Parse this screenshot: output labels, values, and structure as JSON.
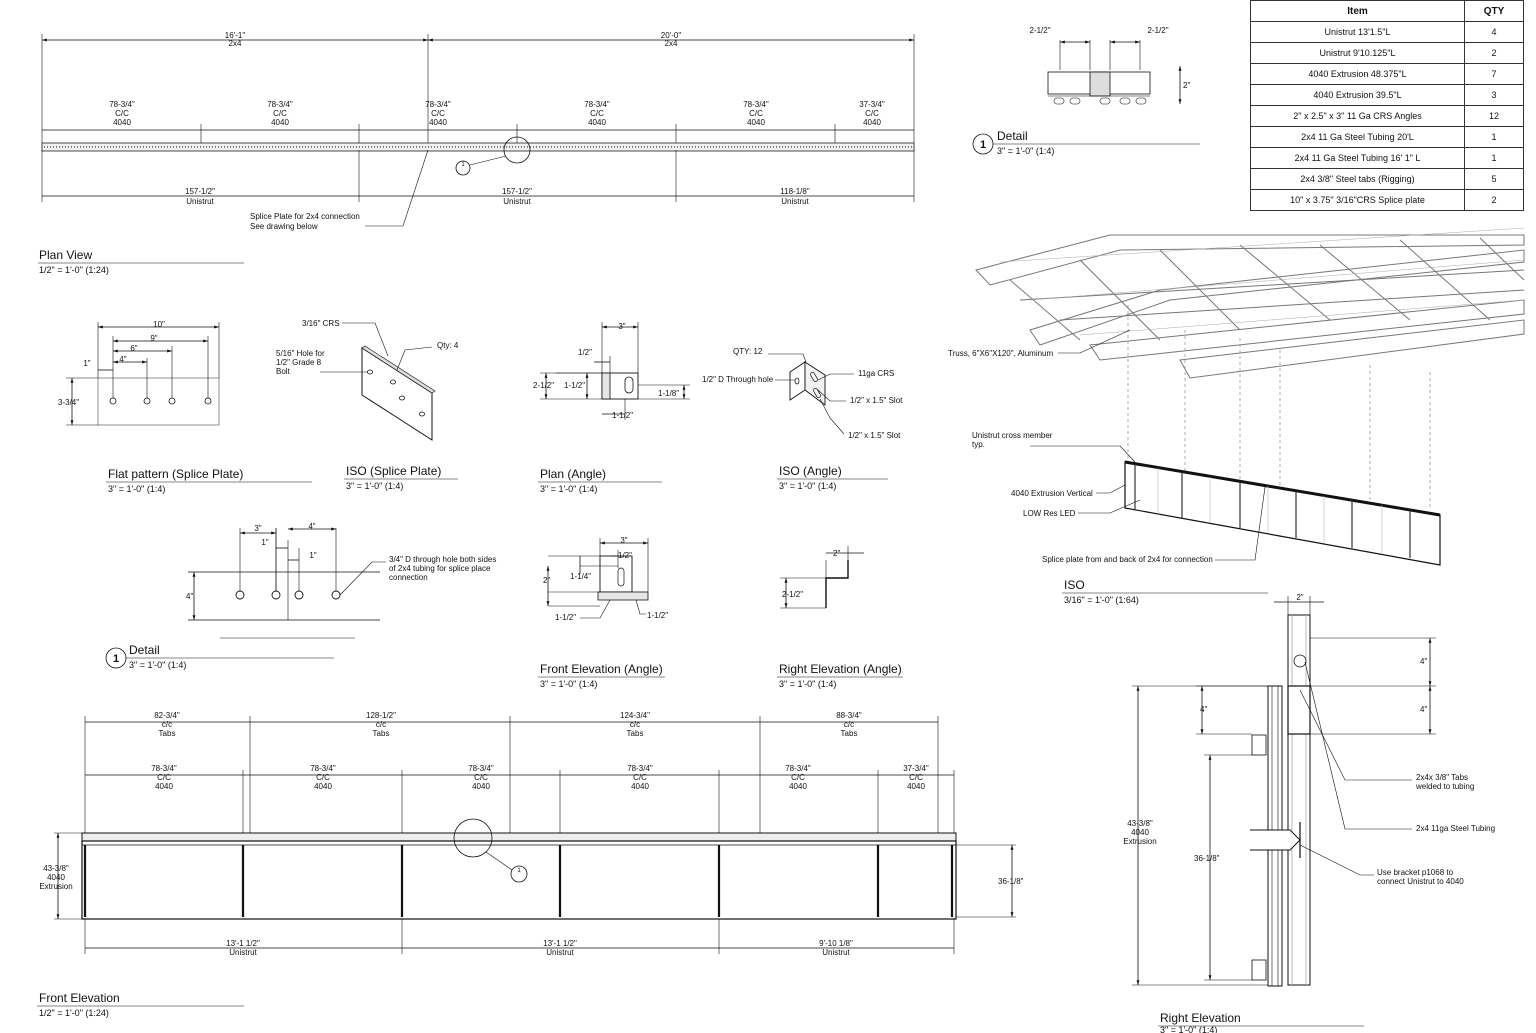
{
  "bom": {
    "header_item": "Item",
    "header_qty": "QTY",
    "rows": [
      {
        "item": "Unistrut 13'1.5\"L",
        "qty": "4"
      },
      {
        "item": "Unistrut 9'10.125\"L",
        "qty": "2"
      },
      {
        "item": "4040 Extrusion 48.375\"L",
        "qty": "7"
      },
      {
        "item": "4040 Extrusion 39.5\"L",
        "qty": "3"
      },
      {
        "item": "2\" x 2.5\" x 3\" 11 Ga CRS Angles",
        "qty": "12"
      },
      {
        "item": "2x4 11 Ga Steel Tubing 20'L",
        "qty": "1"
      },
      {
        "item": "2x4 11 Ga Steel Tubing 16' 1\" L",
        "qty": "1"
      },
      {
        "item": "2x4 3/8\" Steel tabs (Rigging)",
        "qty": "5"
      },
      {
        "item": "10\" x 3.75\" 3/16\"CRS Splice plate",
        "qty": "2"
      }
    ]
  },
  "plan_view": {
    "title": "Plan View",
    "scale": "1/2\" = 1'-0\" (1:24)",
    "top_dims": [
      {
        "value": "16'-1\"",
        "spec": "2x4"
      },
      {
        "value": "20'-0\"",
        "spec": "2x4"
      }
    ],
    "cc_dims": [
      {
        "value": "78-3/4\"",
        "l1": "C/C",
        "l2": "4040"
      },
      {
        "value": "78-3/4\"",
        "l1": "C/C",
        "l2": "4040"
      },
      {
        "value": "78-3/4\"",
        "l1": "C/C",
        "l2": "4040"
      },
      {
        "value": "78-3/4\"",
        "l1": "C/C",
        "l2": "4040"
      },
      {
        "value": "78-3/4\"",
        "l1": "C/C",
        "l2": "4040"
      },
      {
        "value": "37-3/4\"",
        "l1": "C/C",
        "l2": "4040"
      }
    ],
    "bottom_dims": [
      {
        "value": "157-1/2\"",
        "spec": "Unistrut"
      },
      {
        "value": "157-1/2\"",
        "spec": "Unistrut"
      },
      {
        "value": "118-1/8\"",
        "spec": "Unistrut"
      }
    ],
    "splice_note_1": "Splice Plate for 2x4 connection",
    "splice_note_2": "See drawing below",
    "callout_num": "1"
  },
  "detail_top": {
    "title": "Detail",
    "num": "1",
    "scale": "3\" = 1'-0\" (1:4)",
    "dim_left": "2-1/2\"",
    "dim_right": "2-1/2\"",
    "dim_h": "2\""
  },
  "flat_pattern": {
    "title": "Flat pattern (Splice Plate)",
    "scale": "3\" = 1'-0\" (1:4)",
    "d10": "10\"",
    "d9": "9\"",
    "d6": "6\"",
    "d4": "4\"",
    "d1": "1\"",
    "dh": "3-3/4\""
  },
  "iso_splice": {
    "title": "ISO (Splice Plate)",
    "scale": "3\" = 1'-0\" (1:4)",
    "n_crs": "3/16\" CRS",
    "n_qty": "Qty: 4",
    "n_hole_1": "5/16\" Hole for",
    "n_hole_2": "1/2\" Grade 8",
    "n_hole_3": "Bolt"
  },
  "plan_angle": {
    "title": "Plan (Angle)",
    "scale": "3\" = 1'-0\" (1:4)",
    "d3": "3\"",
    "d12": "1/2\"",
    "d212": "2-1/2\"",
    "d112a": "1-1/2\"",
    "d118": "1-1/8\"",
    "d112b": "1-1/2\""
  },
  "iso_angle": {
    "title": "ISO (Angle)",
    "scale": "3\" = 1'-0\" (1:4)",
    "n_qty": "QTY: 12",
    "n_crs": "11ga CRS",
    "n_hole": "1/2\" D Through hole",
    "n_slot1": "1/2\" x 1.5\" Slot",
    "n_slot2": "1/2\" x 1.5\" Slot"
  },
  "detail_mid": {
    "title": "Detail",
    "num": "1",
    "scale": "3\" = 1'-0\" (1:4)",
    "d3": "3\"",
    "d4": "4\"",
    "d1a": "1\"",
    "d1b": "1\"",
    "dh": "4\"",
    "note_1": "3/4\" D through hole both sides",
    "note_2": "of 2x4 tubing for splice place",
    "note_3": "connection"
  },
  "front_angle": {
    "title": "Front Elevation (Angle)",
    "scale": "3\" = 1'-0\" (1:4)",
    "d3": "3\"",
    "d12": "1/2\"",
    "d114": "1-1/4\"",
    "d2": "2\"",
    "d112a": "1-1/2\"",
    "d112b": "1-1/2\""
  },
  "right_angle": {
    "title": "Right Elevation (Angle)",
    "scale": "3\" = 1'-0\" (1:4)",
    "d2": "2\"",
    "d212": "2-1/2\""
  },
  "iso_main": {
    "title": "ISO",
    "scale": "3/16\" = 1'-0\" (1:64)",
    "n_truss": "Truss, 6\"X6\"X120\", Aluminum",
    "n_unistrut_1": "Unistrut cross member",
    "n_unistrut_2": "typ.",
    "n_4040": "4040 Extrusion Vertical",
    "n_led": "LOW Res LED",
    "n_splice": "Splice plate from and back of 2x4 for connection"
  },
  "front_elev": {
    "title": "Front Elevation",
    "scale": "1/2\" = 1'-0\" (1:24)",
    "tab_dims": [
      {
        "value": "82-3/4\"",
        "l1": "c/c",
        "l2": "Tabs"
      },
      {
        "value": "128-1/2\"",
        "l1": "c/c",
        "l2": "Tabs"
      },
      {
        "value": "124-3/4\"",
        "l1": "c/c",
        "l2": "Tabs"
      },
      {
        "value": "88-3/4\"",
        "l1": "c/c",
        "l2": "Tabs"
      }
    ],
    "cc_dims": [
      {
        "value": "78-3/4\"",
        "l1": "C/C",
        "l2": "4040"
      },
      {
        "value": "78-3/4\"",
        "l1": "C/C",
        "l2": "4040"
      },
      {
        "value": "78-3/4\"",
        "l1": "C/C",
        "l2": "4040"
      },
      {
        "value": "78-3/4\"",
        "l1": "C/C",
        "l2": "4040"
      },
      {
        "value": "78-3/4\"",
        "l1": "C/C",
        "l2": "4040"
      },
      {
        "value": "37-3/4\"",
        "l1": "C/C",
        "l2": "4040"
      }
    ],
    "bottom_dims": [
      {
        "value": "13'-1 1/2\"",
        "spec": "Unistrut"
      },
      {
        "value": "13'-1 1/2\"",
        "spec": "Unistrut"
      },
      {
        "value": "9'-10 1/8\"",
        "spec": "Unistrut"
      }
    ],
    "left_h_1": "43-3/8\"",
    "left_h_2": "4040",
    "left_h_3": "Extrusion",
    "right_h": "36-1/8\"",
    "callout_num": "1"
  },
  "right_elev": {
    "title": "Right Elevation",
    "scale": "3\" = 1'-0\" (1:4)",
    "d2": "2\"",
    "d4a": "4\"",
    "d4b": "4\"",
    "d4c": "4\"",
    "h_1": "43-3/8\"",
    "h_2": "4040",
    "h_3": "Extrusion",
    "h_inner": "36-1/8\"",
    "n_tabs_1": "2x4x 3/8\" Tabs",
    "n_tabs_2": "welded to tubing",
    "n_tubing": "2x4 11ga Steel Tubing",
    "n_bracket_1": "Use bracket p1068 to",
    "n_bracket_2": "connect Unistrut to 4040"
  }
}
